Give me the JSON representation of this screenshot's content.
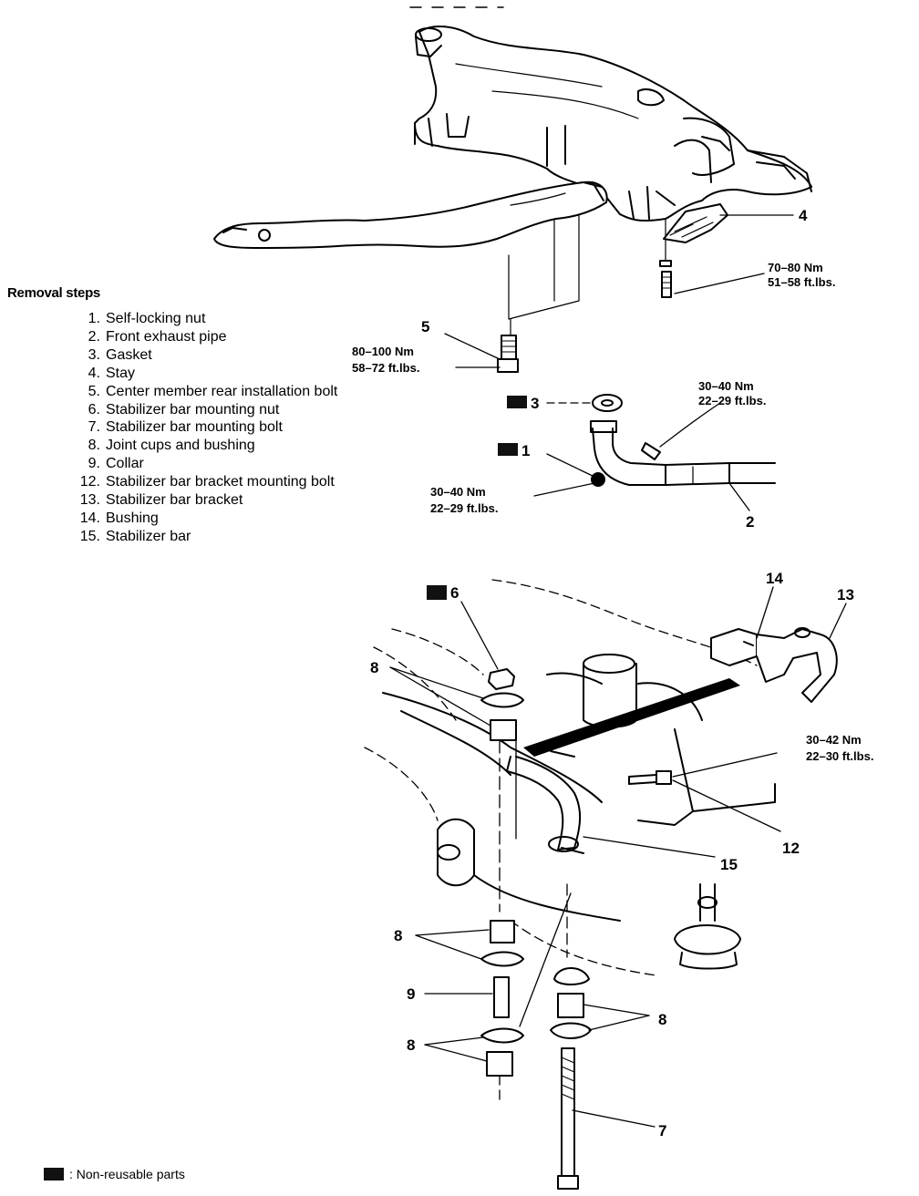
{
  "removal_steps": {
    "title": "Removal steps",
    "items": [
      {
        "num": "1.",
        "label": "Self-locking nut"
      },
      {
        "num": "2.",
        "label": "Front exhaust pipe"
      },
      {
        "num": "3.",
        "label": "Gasket"
      },
      {
        "num": "4.",
        "label": "Stay"
      },
      {
        "num": "5.",
        "label": "Center member rear installation bolt"
      },
      {
        "num": "6.",
        "label": "Stabilizer bar mounting nut"
      },
      {
        "num": "7.",
        "label": "Stabilizer bar mounting bolt"
      },
      {
        "num": "8.",
        "label": "Joint cups and bushing"
      },
      {
        "num": "9.",
        "label": "Collar"
      },
      {
        "num": "12.",
        "label": "Stabilizer bar bracket mounting bolt"
      },
      {
        "num": "13.",
        "label": "Stabilizer bar bracket"
      },
      {
        "num": "14.",
        "label": "Bushing"
      },
      {
        "num": "15.",
        "label": "Stabilizer bar"
      }
    ]
  },
  "callouts": {
    "c1": "1",
    "c2": "2",
    "c3": "3",
    "c4": "4",
    "c5": "5",
    "c6": "6",
    "c7": "7",
    "c8": "8",
    "c9": "9",
    "c12": "12",
    "c13": "13",
    "c14": "14",
    "c15": "15"
  },
  "torques": {
    "stay": {
      "nm": "70–80 Nm",
      "ftlbs": "51–58 ft.lbs."
    },
    "center_bolt": {
      "nm": "80–100 Nm",
      "ftlbs": "58–72 ft.lbs."
    },
    "exhaust_bolt": {
      "nm": "30–40 Nm",
      "ftlbs": "22–29 ft.lbs."
    },
    "exhaust_nut": {
      "nm": "30–40 Nm",
      "ftlbs": "22–29 ft.lbs."
    },
    "bracket_bolt": {
      "nm": "30–42 Nm",
      "ftlbs": "22–30 ft.lbs."
    }
  },
  "legend": {
    "text": ": Non-reusable parts"
  }
}
